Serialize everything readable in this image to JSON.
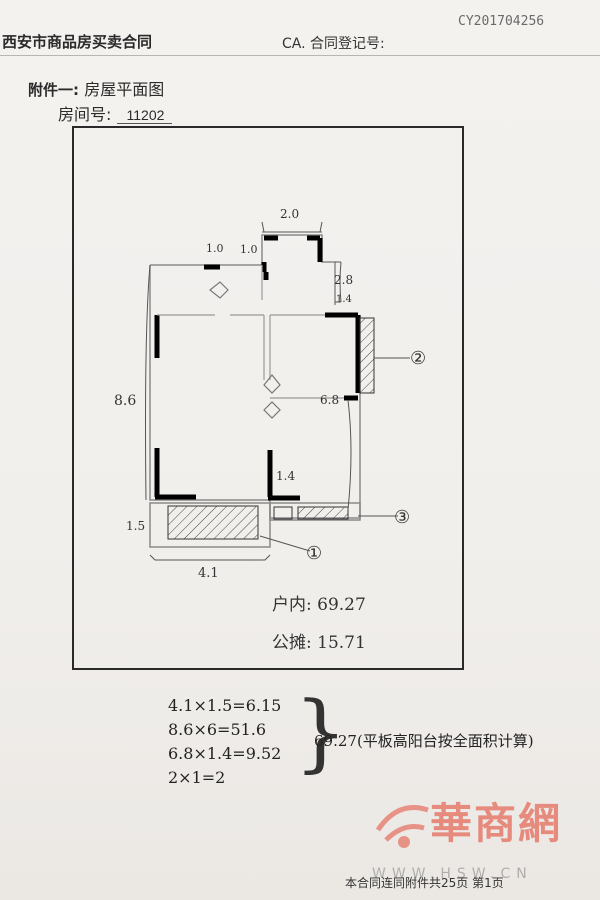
{
  "header": {
    "serial": "CY201704256",
    "title": "西安市商品房买卖合同",
    "reg_label": "CA. 合同登记号:"
  },
  "attachment": {
    "label": "附件一:",
    "name": "房屋平面图",
    "room_label": "房间号:",
    "room_number": "11202"
  },
  "plan": {
    "dims": {
      "top_width": "2.0",
      "small_a": "1.0",
      "small_b": "1.0",
      "right_top": "2.8",
      "right_mid": "1.4",
      "left_height": "8.6",
      "inner_right": "6.8",
      "inner_bottom": "1.4",
      "left_bottom": "1.5",
      "bottom_width": "4.1"
    },
    "markers": [
      "①",
      "②",
      "③"
    ],
    "area_inner": "户内: 69.27",
    "area_shared": "公摊: 15.71"
  },
  "calculations": {
    "lines": [
      "4.1×1.5=6.15",
      "8.6×6=51.6",
      "6.8×1.4=9.52",
      "2×1=2"
    ],
    "total": "69.27(平板高阳台按全面积计算)"
  },
  "watermark": {
    "text": "華商網",
    "url": "WWW.HSW.CN"
  },
  "footer": {
    "text": "本合同连同附件共25页    第1页"
  }
}
